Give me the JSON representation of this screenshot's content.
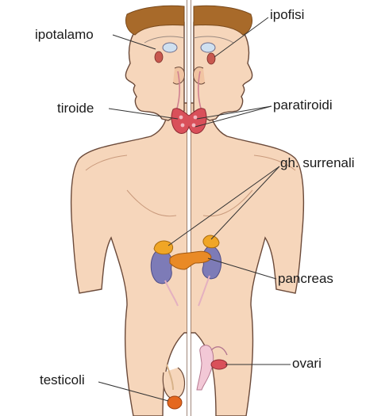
{
  "labels": {
    "ipotalamo": "ipotalamo",
    "ipofisi": "ipofisi",
    "tiroide": "tiroide",
    "paratiroidi": "paratiroidi",
    "surrenali": "gh. surrenali",
    "pancreas": "pancreas",
    "ovari": "ovari",
    "testicoli": "testicoli"
  },
  "colors": {
    "skin": "#f6d6bb",
    "skin_shadow": "#e9b896",
    "outline": "#6b4a3a",
    "hair": "#a86a2a",
    "thyroid": "#d9505a",
    "adrenal": "#f0a626",
    "pancreas": "#e98a26",
    "kidney": "#7d7bb7",
    "ovary": "#d9505a",
    "uterus": "#f2c8d6",
    "testis": "#e4671e",
    "leader": "#333333"
  }
}
